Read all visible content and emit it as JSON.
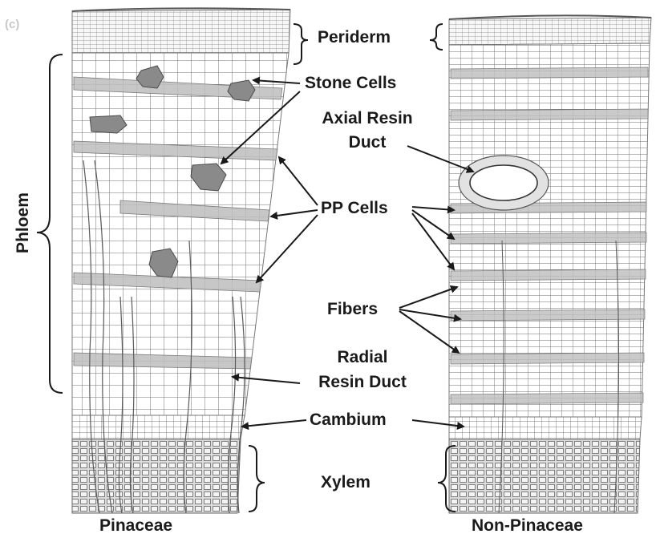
{
  "panel_letter": "(c)",
  "labels": {
    "periderm": "Periderm",
    "stone_cells": "Stone Cells",
    "axial_resin_duct_line1": "Axial Resin",
    "axial_resin_duct_line2": "Duct",
    "pp_cells": "PP Cells",
    "fibers": "Fibers",
    "radial_resin_duct_line1": "Radial",
    "radial_resin_duct_line2": "Resin Duct",
    "cambium": "Cambium",
    "xylem": "Xylem",
    "phloem": "Phloem"
  },
  "captions": {
    "left": "Pinaceae",
    "right": "Non-Pinaceae"
  },
  "colors": {
    "ink": "#1a1a1a",
    "cell_line": "#6b6b6b",
    "band_fill": "#bdbdbd",
    "stone_fill": "#8a8a8a"
  }
}
